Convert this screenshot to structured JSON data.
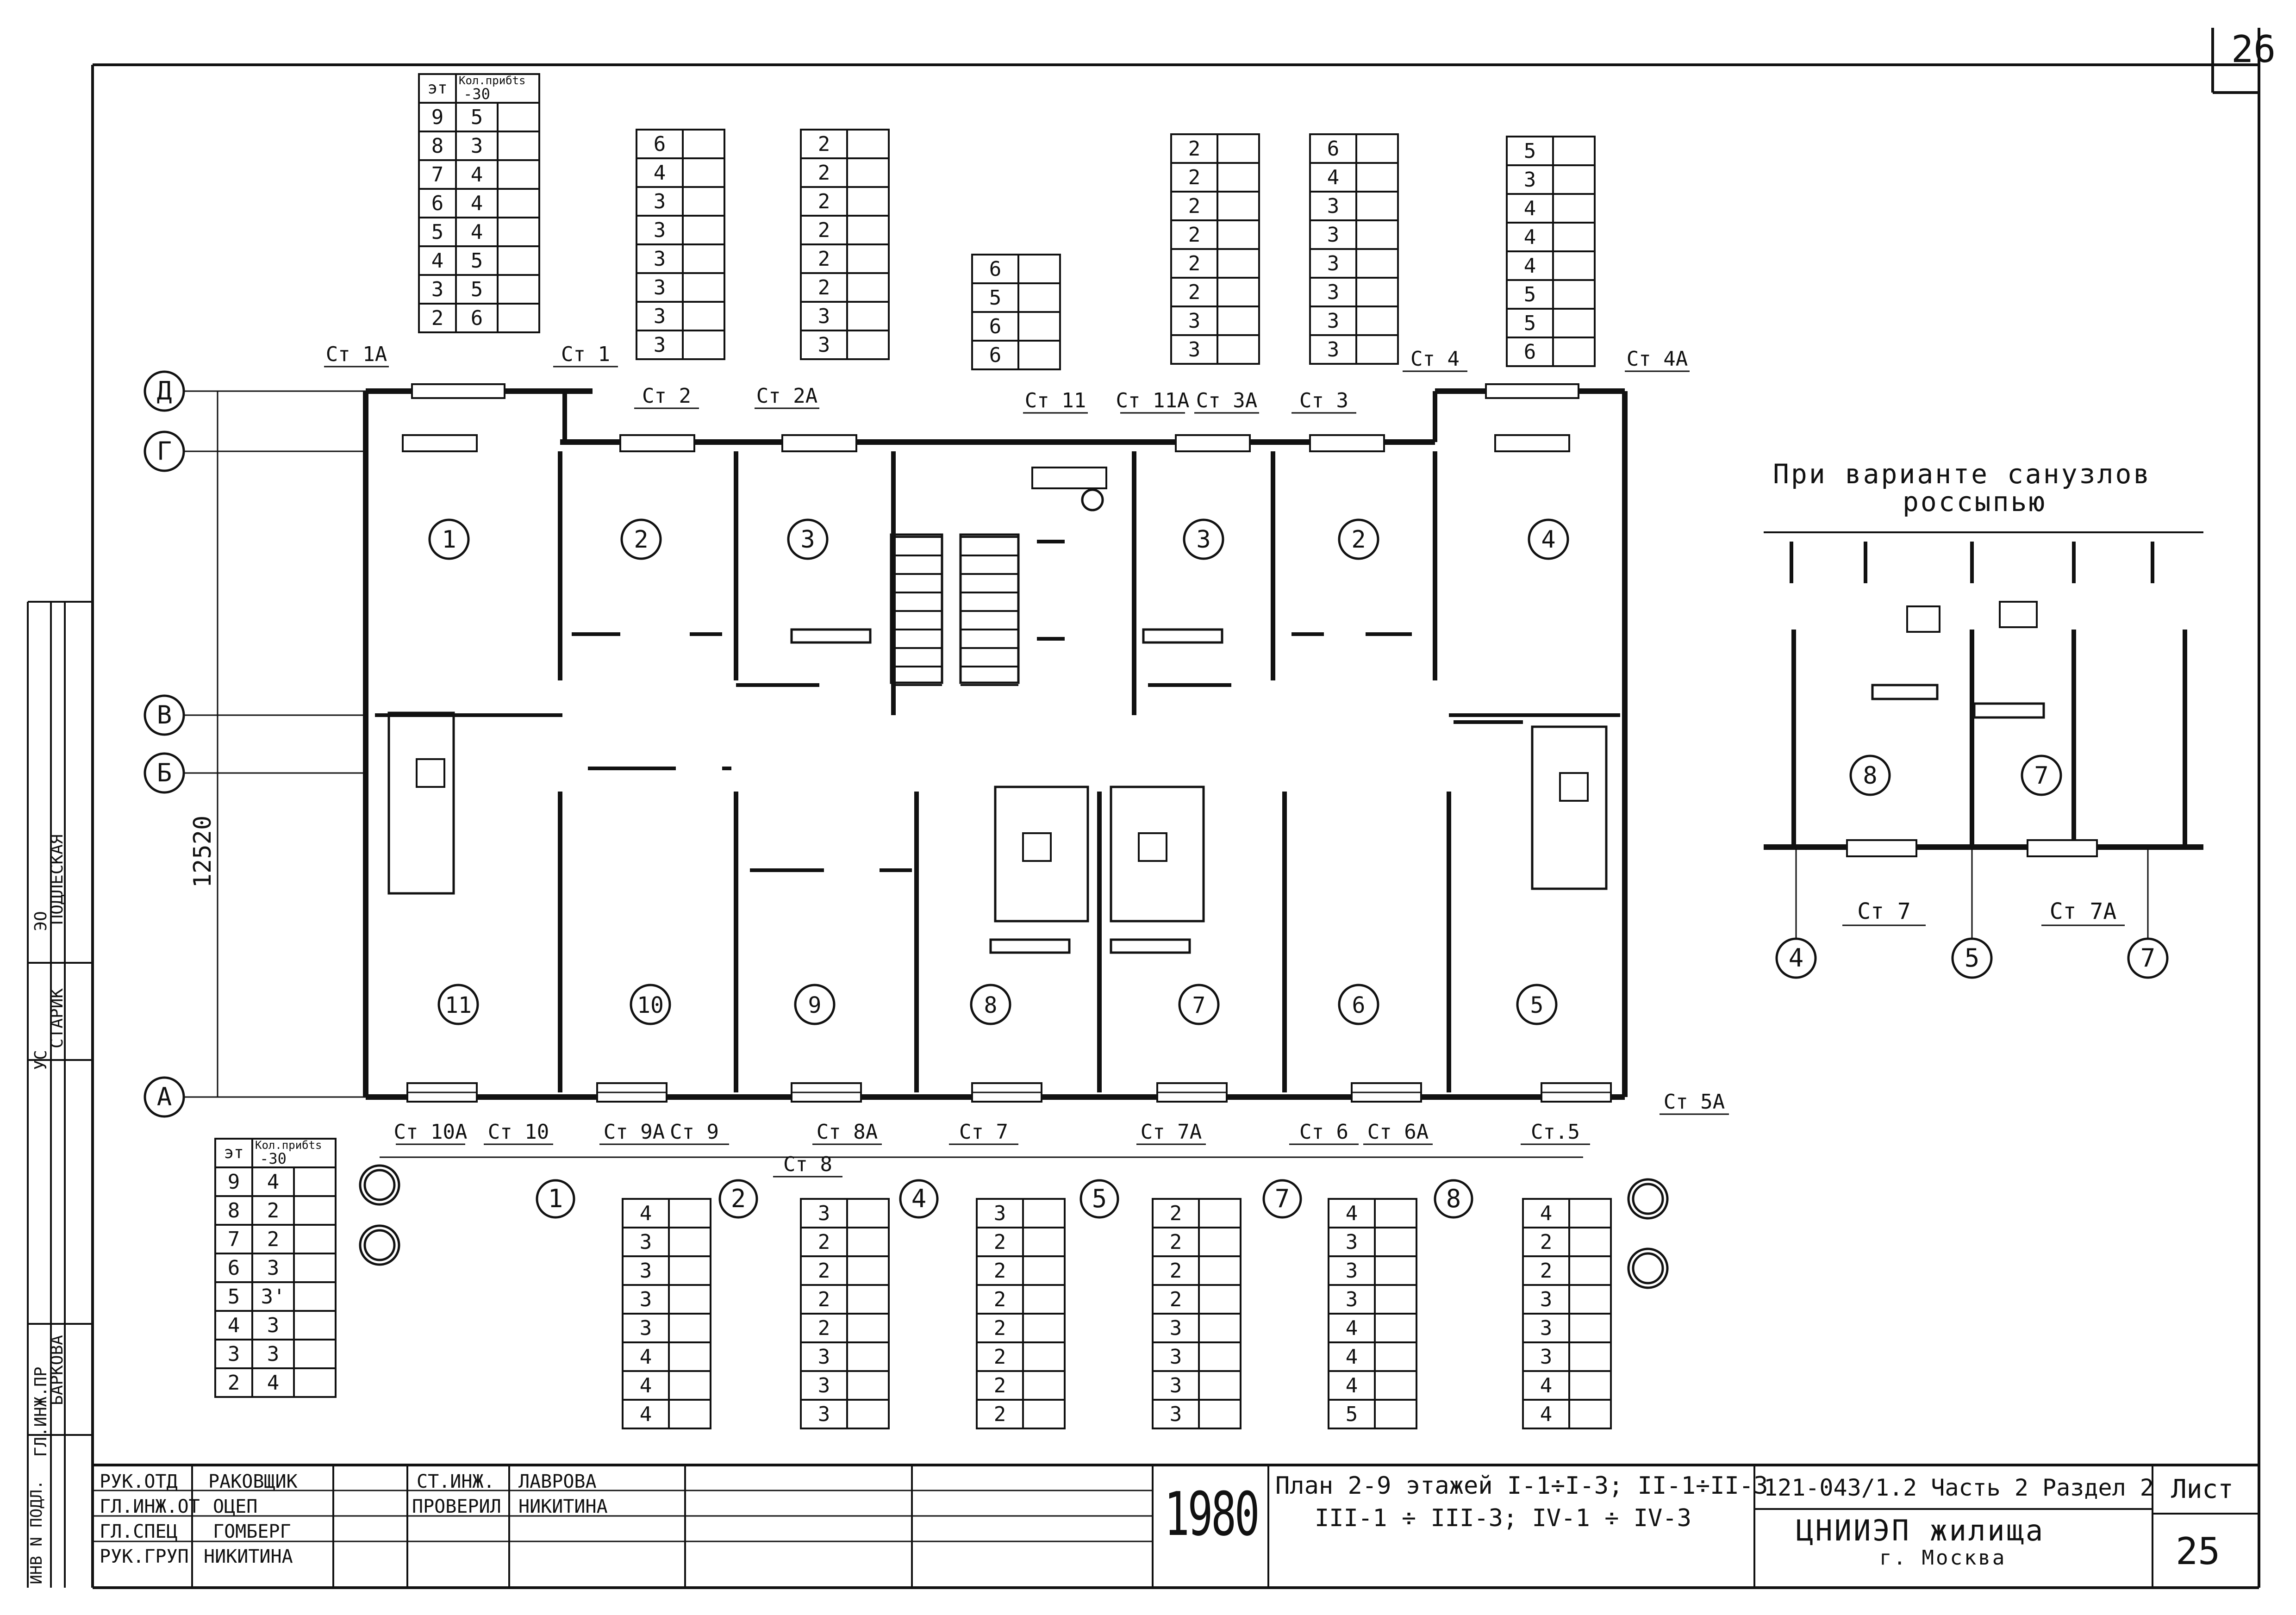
{
  "sheet": {
    "page_corner_number": "26",
    "variant_title_line1": "При варианте санузлов",
    "variant_title_line2": "россыпью"
  },
  "grid_axes": {
    "letters": [
      "Д",
      "Г",
      "В",
      "Б",
      "А"
    ],
    "numbers_bottom": [
      "1",
      "2",
      "4",
      "5",
      "7",
      "8"
    ],
    "numbers_variant": [
      "4",
      "5",
      "7"
    ],
    "dimension": "12520"
  },
  "apartments": {
    "top_row": [
      "1",
      "2",
      "3",
      "3",
      "2",
      "4"
    ],
    "bottom_row": [
      "11",
      "10",
      "9",
      "8",
      "7",
      "6",
      "5"
    ],
    "variant": [
      "8",
      "7"
    ]
  },
  "risers": {
    "top": [
      "Ст 1А",
      "Ст 1",
      "Ст 2",
      "Ст 2А",
      "Ст 11",
      "Ст 11А",
      "Ст 3А",
      "Ст 3",
      "Ст 4",
      "Ст 4А"
    ],
    "bottom": [
      "Ст 10А",
      "Ст 10",
      "Ст 9А",
      "Ст 9",
      "Ст 8А",
      "Ст 8",
      "Ст 7",
      "Ст 7А",
      "Ст 6",
      "Ст 6А",
      "Ст.5",
      "Ст 5А"
    ],
    "variant": [
      "Ст 7",
      "Ст 7А"
    ]
  },
  "tables": {
    "header_floor": "эт",
    "header_count": "Кол.прибts",
    "header_sub": "-30",
    "floors": [
      "9",
      "8",
      "7",
      "6",
      "5",
      "4",
      "3",
      "2"
    ],
    "top_t1": [
      "5",
      "3",
      "4",
      "4",
      "4",
      "5",
      "5",
      "6"
    ],
    "top_t2": [
      "6",
      "4",
      "3",
      "3",
      "3",
      "3",
      "3",
      "3"
    ],
    "top_t3": [
      "2",
      "2",
      "2",
      "2",
      "2",
      "2",
      "3",
      "3"
    ],
    "top_t4": [
      "6",
      "5",
      "6",
      "6"
    ],
    "top_t5": [
      "2",
      "2",
      "2",
      "2",
      "2",
      "2",
      "3",
      "3"
    ],
    "top_t6": [
      "6",
      "4",
      "3",
      "3",
      "3",
      "3",
      "3",
      "3"
    ],
    "top_t7": [
      "5",
      "3",
      "4",
      "4",
      "4",
      "5",
      "5",
      "6"
    ],
    "bot_t1": [
      "4",
      "2",
      "2",
      "3",
      "3'",
      "3",
      "3",
      "4"
    ],
    "bot_t2": [
      "4",
      "3",
      "3",
      "3",
      "3",
      "4",
      "4",
      "4"
    ],
    "bot_t3": [
      "3",
      "2",
      "2",
      "2",
      "2",
      "3",
      "3",
      "3"
    ],
    "bot_t4": [
      "3",
      "2",
      "2",
      "2",
      "2",
      "2",
      "2",
      "2"
    ],
    "bot_t5": [
      "2",
      "2",
      "2",
      "2",
      "3",
      "3",
      "3",
      "3"
    ],
    "bot_t6": [
      "4",
      "3",
      "3",
      "3",
      "4",
      "4",
      "4",
      "5"
    ],
    "bot_t7": [
      "4",
      "2",
      "2",
      "3",
      "3",
      "3",
      "4",
      "4"
    ]
  },
  "left_stamp": {
    "row1": [
      "ГЛ.ИНЖ.ПР",
      "БАРКОВА"
    ],
    "row2": [
      "ЭО",
      "ПОДЛЕСКАЯ"
    ],
    "row3": [
      "УС",
      "СТАРИК"
    ],
    "inventory": "ИНВ N ПОДЛ."
  },
  "title_block": {
    "roles": [
      "РУК.ОТД",
      "ГЛ.ИНЖ.ОТ",
      "ГЛ.СПЕЦ",
      "РУК.ГРУП"
    ],
    "names": [
      "РАКОВЩИК",
      "ОЦЕП",
      "ГОМБЕРГ",
      "НИКИТИНА"
    ],
    "roles2": [
      "СТ.ИНЖ.",
      "ПРОВЕРИЛ"
    ],
    "names2": [
      "ЛАВРОВА",
      "НИКИТИНА"
    ],
    "year": "1980",
    "plan_title_line1": "План 2-9 этажей I-1÷I-3; II-1÷II-3",
    "plan_title_line2": "III-1 ÷ III-3;   IV-1 ÷ IV-3",
    "project_code": "121-043/1.2 Часть 2 Раздел 2",
    "organization": "ЦНИИЭП жилища",
    "city": "г. Москва",
    "sheet_label": "Лист",
    "sheet_number": "25"
  }
}
